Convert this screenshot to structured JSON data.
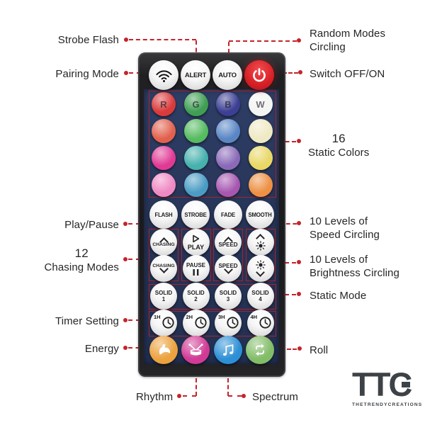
{
  "labels": {
    "strobe_flash": "Strobe Flash",
    "pairing_mode": "Pairing Mode",
    "random_modes_1": "Random Modes",
    "random_modes_2": "Circling",
    "switch_off_on": "Switch OFF/ON",
    "static_colors_1": "16",
    "static_colors_2": "Static Colors",
    "play_pause": "Play/Pause",
    "speed_1": "10 Levels of",
    "speed_2": "Speed Circling",
    "chasing_1": "12",
    "chasing_2": "Chasing Modes",
    "brightness_1": "10 Levels of",
    "brightness_2": "Brightness Circling",
    "static_mode": "Static Mode",
    "timer_setting": "Timer Setting",
    "energy": "Energy",
    "roll": "Roll",
    "rhythm": "Rhythm",
    "spectrum": "Spectrum"
  },
  "remote": {
    "top_buttons": [
      {
        "name": "pairing-button",
        "icon": "wifi-icon",
        "label": ""
      },
      {
        "name": "alert-button",
        "icon": "",
        "label": "ALERT"
      },
      {
        "name": "auto-button",
        "icon": "",
        "label": "AUTO"
      },
      {
        "name": "power-button",
        "icon": "power-icon",
        "label": ""
      }
    ],
    "static_colors": [
      {
        "color": "#da3a3a",
        "letter": "R"
      },
      {
        "color": "#3f9e53",
        "letter": "G"
      },
      {
        "color": "#3c3f93",
        "letter": "B"
      },
      {
        "color": "#f4f4f2",
        "letter": "W"
      },
      {
        "color": "#e2614e"
      },
      {
        "color": "#56bb61"
      },
      {
        "color": "#5a86c5"
      },
      {
        "color": "#efe9c4"
      },
      {
        "color": "#e03a95"
      },
      {
        "color": "#46b1ad"
      },
      {
        "color": "#8a6ab8"
      },
      {
        "color": "#e9d766"
      },
      {
        "color": "#ef8ac4"
      },
      {
        "color": "#4a9cc4"
      },
      {
        "color": "#a657b0"
      },
      {
        "color": "#ed9144"
      }
    ],
    "mode_buttons": [
      "FLASH",
      "STROBE",
      "FADE",
      "SMOOTH"
    ],
    "chase_buttons": [
      {
        "name": "chasing-up-button",
        "label": "CHASING",
        "icon": "chevron-up-icon"
      },
      {
        "name": "play-button",
        "label": "PLAY",
        "icon": "play-icon"
      },
      {
        "name": "speed-up-button",
        "label": "SPEED",
        "icon": "chevron-up-icon"
      },
      {
        "name": "brightness-up-button",
        "label": "",
        "icon": "brightness-up-icon"
      },
      {
        "name": "chasing-down-button",
        "label": "CHASING",
        "icon": "chevron-down-icon"
      },
      {
        "name": "pause-button",
        "label": "PAUSE",
        "icon": "pause-icon"
      },
      {
        "name": "speed-down-button",
        "label": "SPEED",
        "icon": "chevron-down-icon"
      },
      {
        "name": "brightness-down-button",
        "label": "",
        "icon": "brightness-down-icon"
      }
    ],
    "solid_buttons": [
      {
        "line1": "SOLID",
        "line2": "1"
      },
      {
        "line1": "SOLID",
        "line2": "2"
      },
      {
        "line1": "SOLID",
        "line2": "3"
      },
      {
        "line1": "SOLID",
        "line2": "4"
      }
    ],
    "timer_buttons": [
      {
        "label": "1H",
        "icon": "clock-icon"
      },
      {
        "label": "2H",
        "icon": "clock-icon"
      },
      {
        "label": "3H",
        "icon": "clock-icon"
      },
      {
        "label": "4H",
        "icon": "clock-icon"
      }
    ],
    "music_buttons": [
      {
        "name": "energy-button",
        "color": "#eca23f",
        "icon": "muscle-icon"
      },
      {
        "name": "rhythm-button",
        "color": "#d13a95",
        "icon": "drum-icon"
      },
      {
        "name": "spectrum-button",
        "color": "#2d8fd5",
        "icon": "music-note-icon"
      },
      {
        "name": "roll-button",
        "color": "#82bd68",
        "icon": "roll-arrows-icon"
      }
    ]
  },
  "logo": {
    "title": "TTC",
    "subtitle": "THETRENDYCREATIONS"
  },
  "colors": {
    "annotation_red": "#c4242b",
    "panel_navy": "#263355",
    "body_black": "#1b1b1d"
  }
}
